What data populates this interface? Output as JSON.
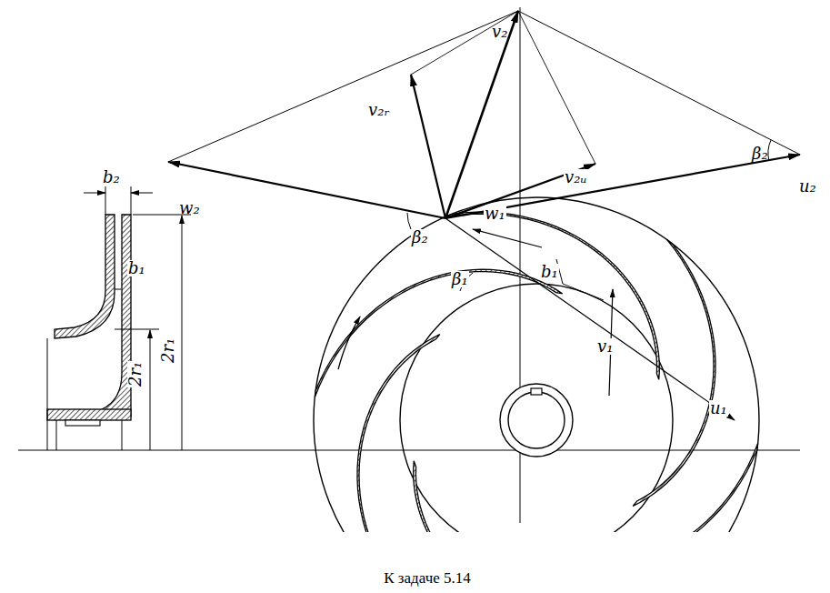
{
  "diagram": {
    "caption": "К задаче 5.14",
    "labels": [
      "b₂",
      "b₁",
      "2r₁",
      "2r₁",
      "v₂",
      "v₂ᵣ",
      "w₂",
      "β₂",
      "u₂",
      "v₂ᵤ",
      "β₂",
      "w₁",
      "b₁",
      "β₁",
      "v₁",
      "u₁"
    ]
  }
}
